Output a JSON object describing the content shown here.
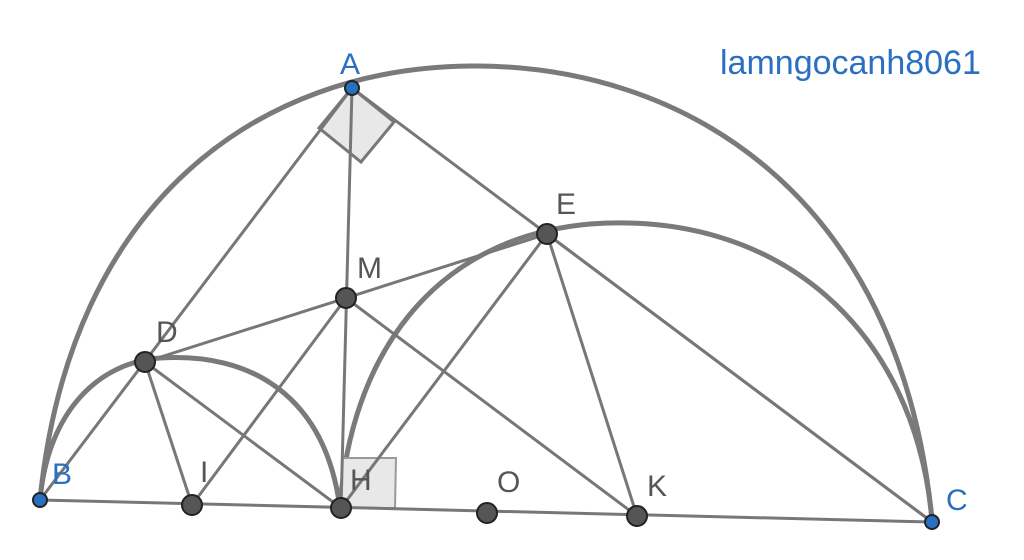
{
  "watermark": "lamngocanh8061",
  "colors": {
    "line": "#777777",
    "arc": "#7a7a7a",
    "point_fill": "#555555",
    "endpoint_fill": "#2a6fc1",
    "label_blue": "#2a6fc1",
    "label_gray": "#555555",
    "marker_fill": "#e8e8e8"
  },
  "labels": {
    "A": "A",
    "B": "B",
    "C": "C",
    "D": "D",
    "E": "E",
    "H": "H",
    "I": "I",
    "K": "K",
    "M": "M",
    "O": "O"
  }
}
